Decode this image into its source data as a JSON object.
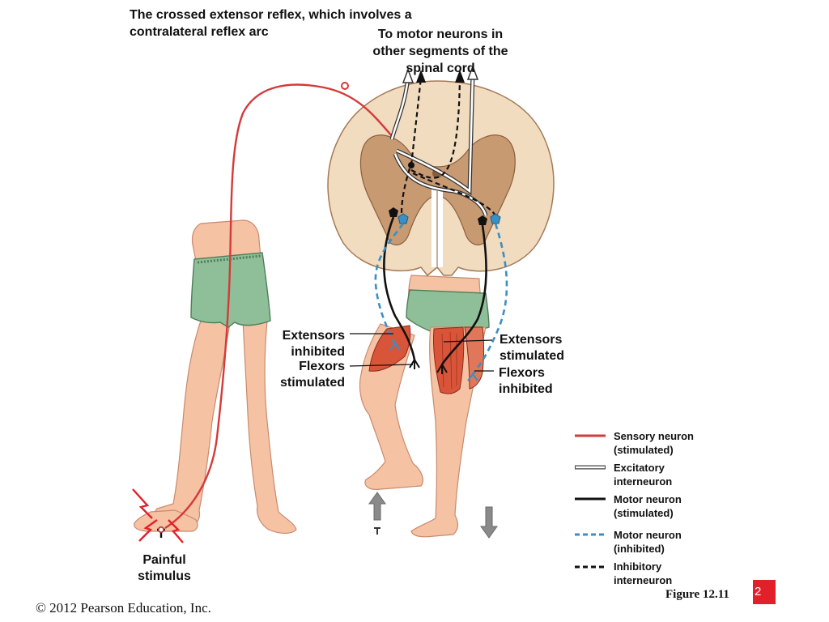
{
  "title": "The crossed extensor reflex, which involves a contralateral reflex arc",
  "motor_note": "To motor neurons in other segments of the spinal cord",
  "labels": {
    "extensors_inhibited": "Extensors inhibited",
    "flexors_stimulated": "Flexors stimulated",
    "extensors_stimulated": "Extensors stimulated",
    "flexors_inhibited": "Flexors inhibited",
    "painful_stimulus": "Painful stimulus"
  },
  "legend": [
    {
      "label": "Sensory  neuron (stimulated)",
      "style": "solid-red",
      "color": "#d43a3a"
    },
    {
      "label": "Excitatory interneuron",
      "style": "double-outline",
      "color": "#444444"
    },
    {
      "label": "Motor neuron (stimulated)",
      "style": "solid-black",
      "color": "#111111"
    },
    {
      "label": "Motor neuron (inhibited)",
      "style": "dashed-blue",
      "color": "#3a8fc4"
    },
    {
      "label": "Inhibitory interneuron",
      "style": "dashed-black",
      "color": "#111111"
    }
  ],
  "copyright": "© 2012 Pearson Education, Inc.",
  "figure": "Figure 12.11",
  "slide_number": "2",
  "colors": {
    "skin": "#f6c2a4",
    "skin_shadow": "#e59a7a",
    "shorts": "#8fbf98",
    "spinal_white_matter": "#f1dcc0",
    "spinal_gray_matter": "#c79a72",
    "muscle": "#d9553a",
    "sensory": "#d43a3a",
    "inhibited": "#3a8fc4",
    "slide_badge": "#e2202a"
  }
}
